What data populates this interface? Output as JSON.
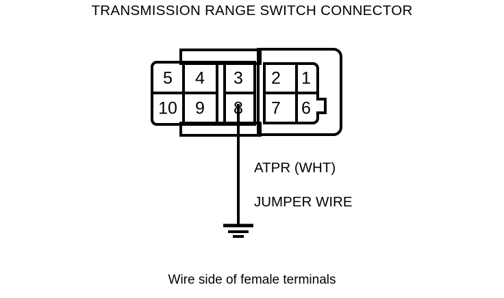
{
  "diagram": {
    "title": "TRANSMISSION RANGE SWITCH CONNECTOR",
    "caption": "Wire side of female terminals",
    "stroke_color": "#000000",
    "background_color": "#ffffff"
  },
  "connector": {
    "name": "transmission-range-switch-connector",
    "pin_count": 10,
    "rows": [
      {
        "row": "top",
        "pins": [
          "5",
          "4",
          "3",
          "2",
          "1"
        ]
      },
      {
        "row": "bottom",
        "pins": [
          "10",
          "9",
          "8",
          "7",
          "6"
        ]
      }
    ],
    "pins": {
      "p5": "5",
      "p4": "4",
      "p3": "3",
      "p2": "2",
      "p1": "1",
      "p10": "10",
      "p9": "9",
      "p8": "8",
      "p7": "7",
      "p6": "6"
    }
  },
  "wire": {
    "source_pin": "8",
    "signal_label": "ATPR (WHT)",
    "type_label": "JUMPER WIRE",
    "terminates_in": "ground-symbol"
  }
}
